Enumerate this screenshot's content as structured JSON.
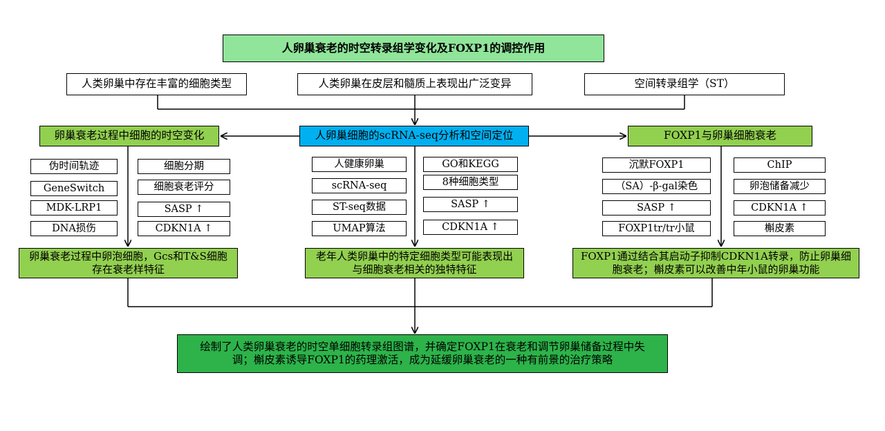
{
  "title": "人卵巢衰老的时空转录组学变化及FOXP1的调控作用",
  "sources": [
    "人类卵巢中存在丰富的细胞类型",
    "人类卵巢在皮层和髓质上表现出广泛变异",
    "空间转录组学（ST）"
  ],
  "branches": {
    "left": {
      "header": "卵巢衰老过程中细胞的时空变化",
      "items_col1": [
        "伪时间轨迹",
        "GeneSwitch",
        "MDK-LRP1",
        "DNA损伤"
      ],
      "items_col2": [
        "细胞分期",
        "细胞衰老评分",
        "SASP ↑",
        "CDKN1A ↑"
      ],
      "result": "卵巢衰老过程中卵泡细胞，Gcs和T&S细胞存在衰老样特征"
    },
    "center": {
      "header": "人卵巢细胞的scRNA-seq分析和空间定位",
      "items_col1": [
        "人健康卵巢",
        "scRNA-seq",
        "ST-seq数据",
        "UMAP算法"
      ],
      "items_col2": [
        "GO和KEGG",
        "8种细胞类型",
        "SASP ↑",
        "CDKN1A ↑"
      ],
      "result": "老年人类卵巢中的特定细胞类型可能表现出与细胞衰老相关的独特特征"
    },
    "right": {
      "header": "FOXP1与卵巢细胞衰老",
      "items_col1": [
        "沉默FOXP1",
        "（SA）-β-gal染色",
        "SASP ↑",
        "FOXP1tr/tr小鼠"
      ],
      "items_col2": [
        "ChIP",
        "卵泡储备减少",
        "CDKN1A ↑",
        "槲皮素"
      ],
      "result": "FOXP1通过结合其启动子抑制CDKN1A转录，防止卵巢细胞衰老；槲皮素可以改善中年小鼠的卵巢功能"
    }
  },
  "conclusion": "绘制了人类卵巢衰老的时空单细胞转录组图谱，并确定FOXP1在衰老和调节卵巢储备过程中失调；槲皮素诱导FOXP1的药理激活，成为延缓卵巢衰老的一种有前景的治疗策略",
  "colors": {
    "title_fill": "#90e59a",
    "branch_fill": "#92d050",
    "center_fill": "#00b0f0",
    "conclusion_fill": "#2db34a"
  }
}
